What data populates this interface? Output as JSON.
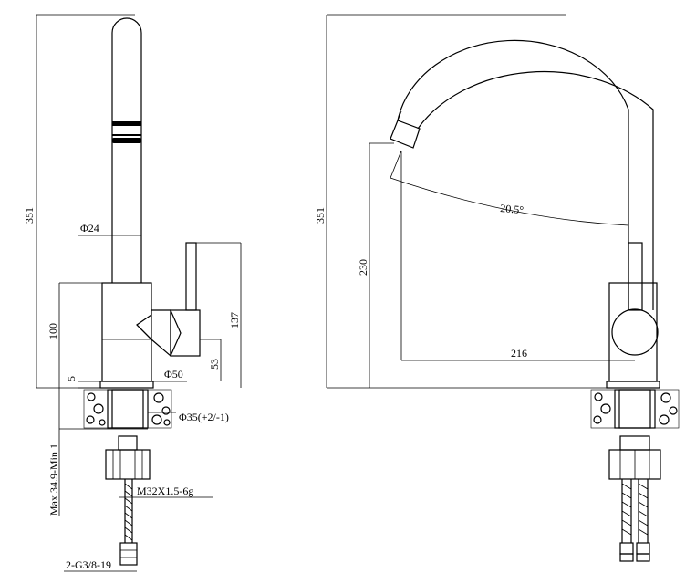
{
  "dimensions": {
    "left_height": "351",
    "spout_diameter": "Φ24",
    "body_height": "100",
    "handle_height": "137",
    "gap": "5",
    "base_diameter": "Φ50",
    "lever_offset": "53",
    "mount_hole": "Φ35(+2/-1)",
    "deck_thickness": "Max 34.9-Min 1",
    "thread": "M32X1.5-6g",
    "hose_thread": "2-G3/8-19",
    "right_height": "351",
    "outlet_height": "230",
    "swing_angle": "20.5°",
    "reach": "216"
  }
}
